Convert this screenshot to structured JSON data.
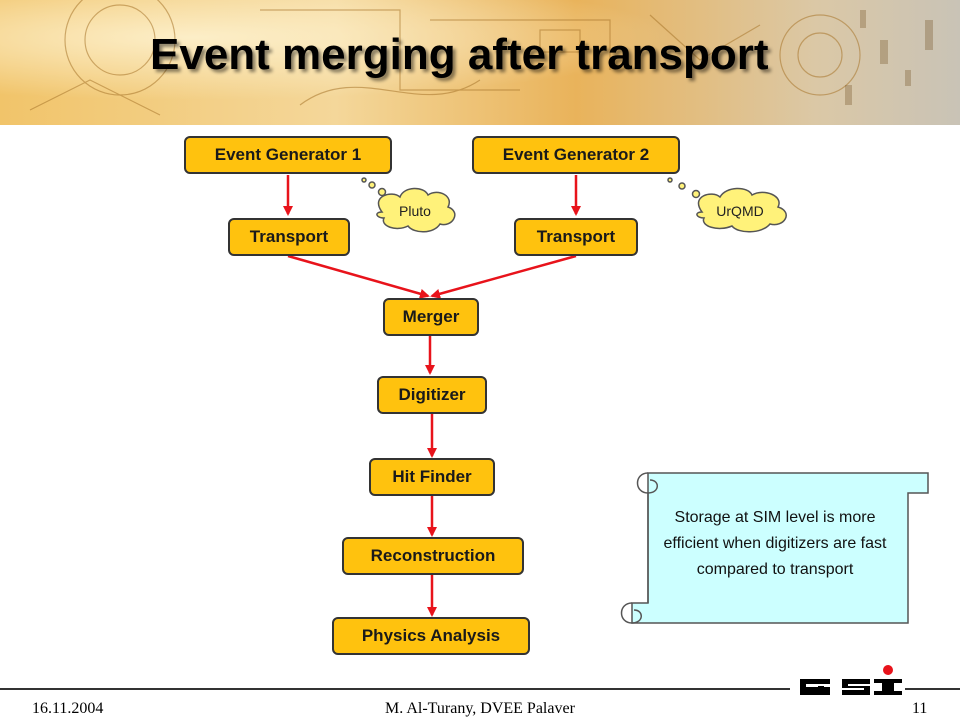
{
  "slide": {
    "title": "Event merging after transport"
  },
  "nodes": {
    "event_generator_1": "Event Generator 1",
    "event_generator_2": "Event Generator 2",
    "transport_1": "Transport",
    "transport_2": "Transport",
    "merger": "Merger",
    "digitizer": "Digitizer",
    "hit_finder": "Hit Finder",
    "reconstruction": "Reconstruction",
    "physics_analysis": "Physics Analysis"
  },
  "clouds": {
    "generator_1": "Pluto",
    "generator_2": "UrQMD"
  },
  "note": {
    "text": "Storage at SIM level is more efficient when digitizers are fast compared to transport"
  },
  "footer": {
    "date": "16.11.2004",
    "author": "M. Al-Turany,  DVEE Palaver",
    "page_number": "11",
    "logo_text": "GSI"
  },
  "colors": {
    "node_fill": "#ffc20e",
    "arrow": "#e8131b",
    "cloud_fill": "#fff27a",
    "note_fill": "#ccffff",
    "banner_tint": "#e4ad52"
  }
}
